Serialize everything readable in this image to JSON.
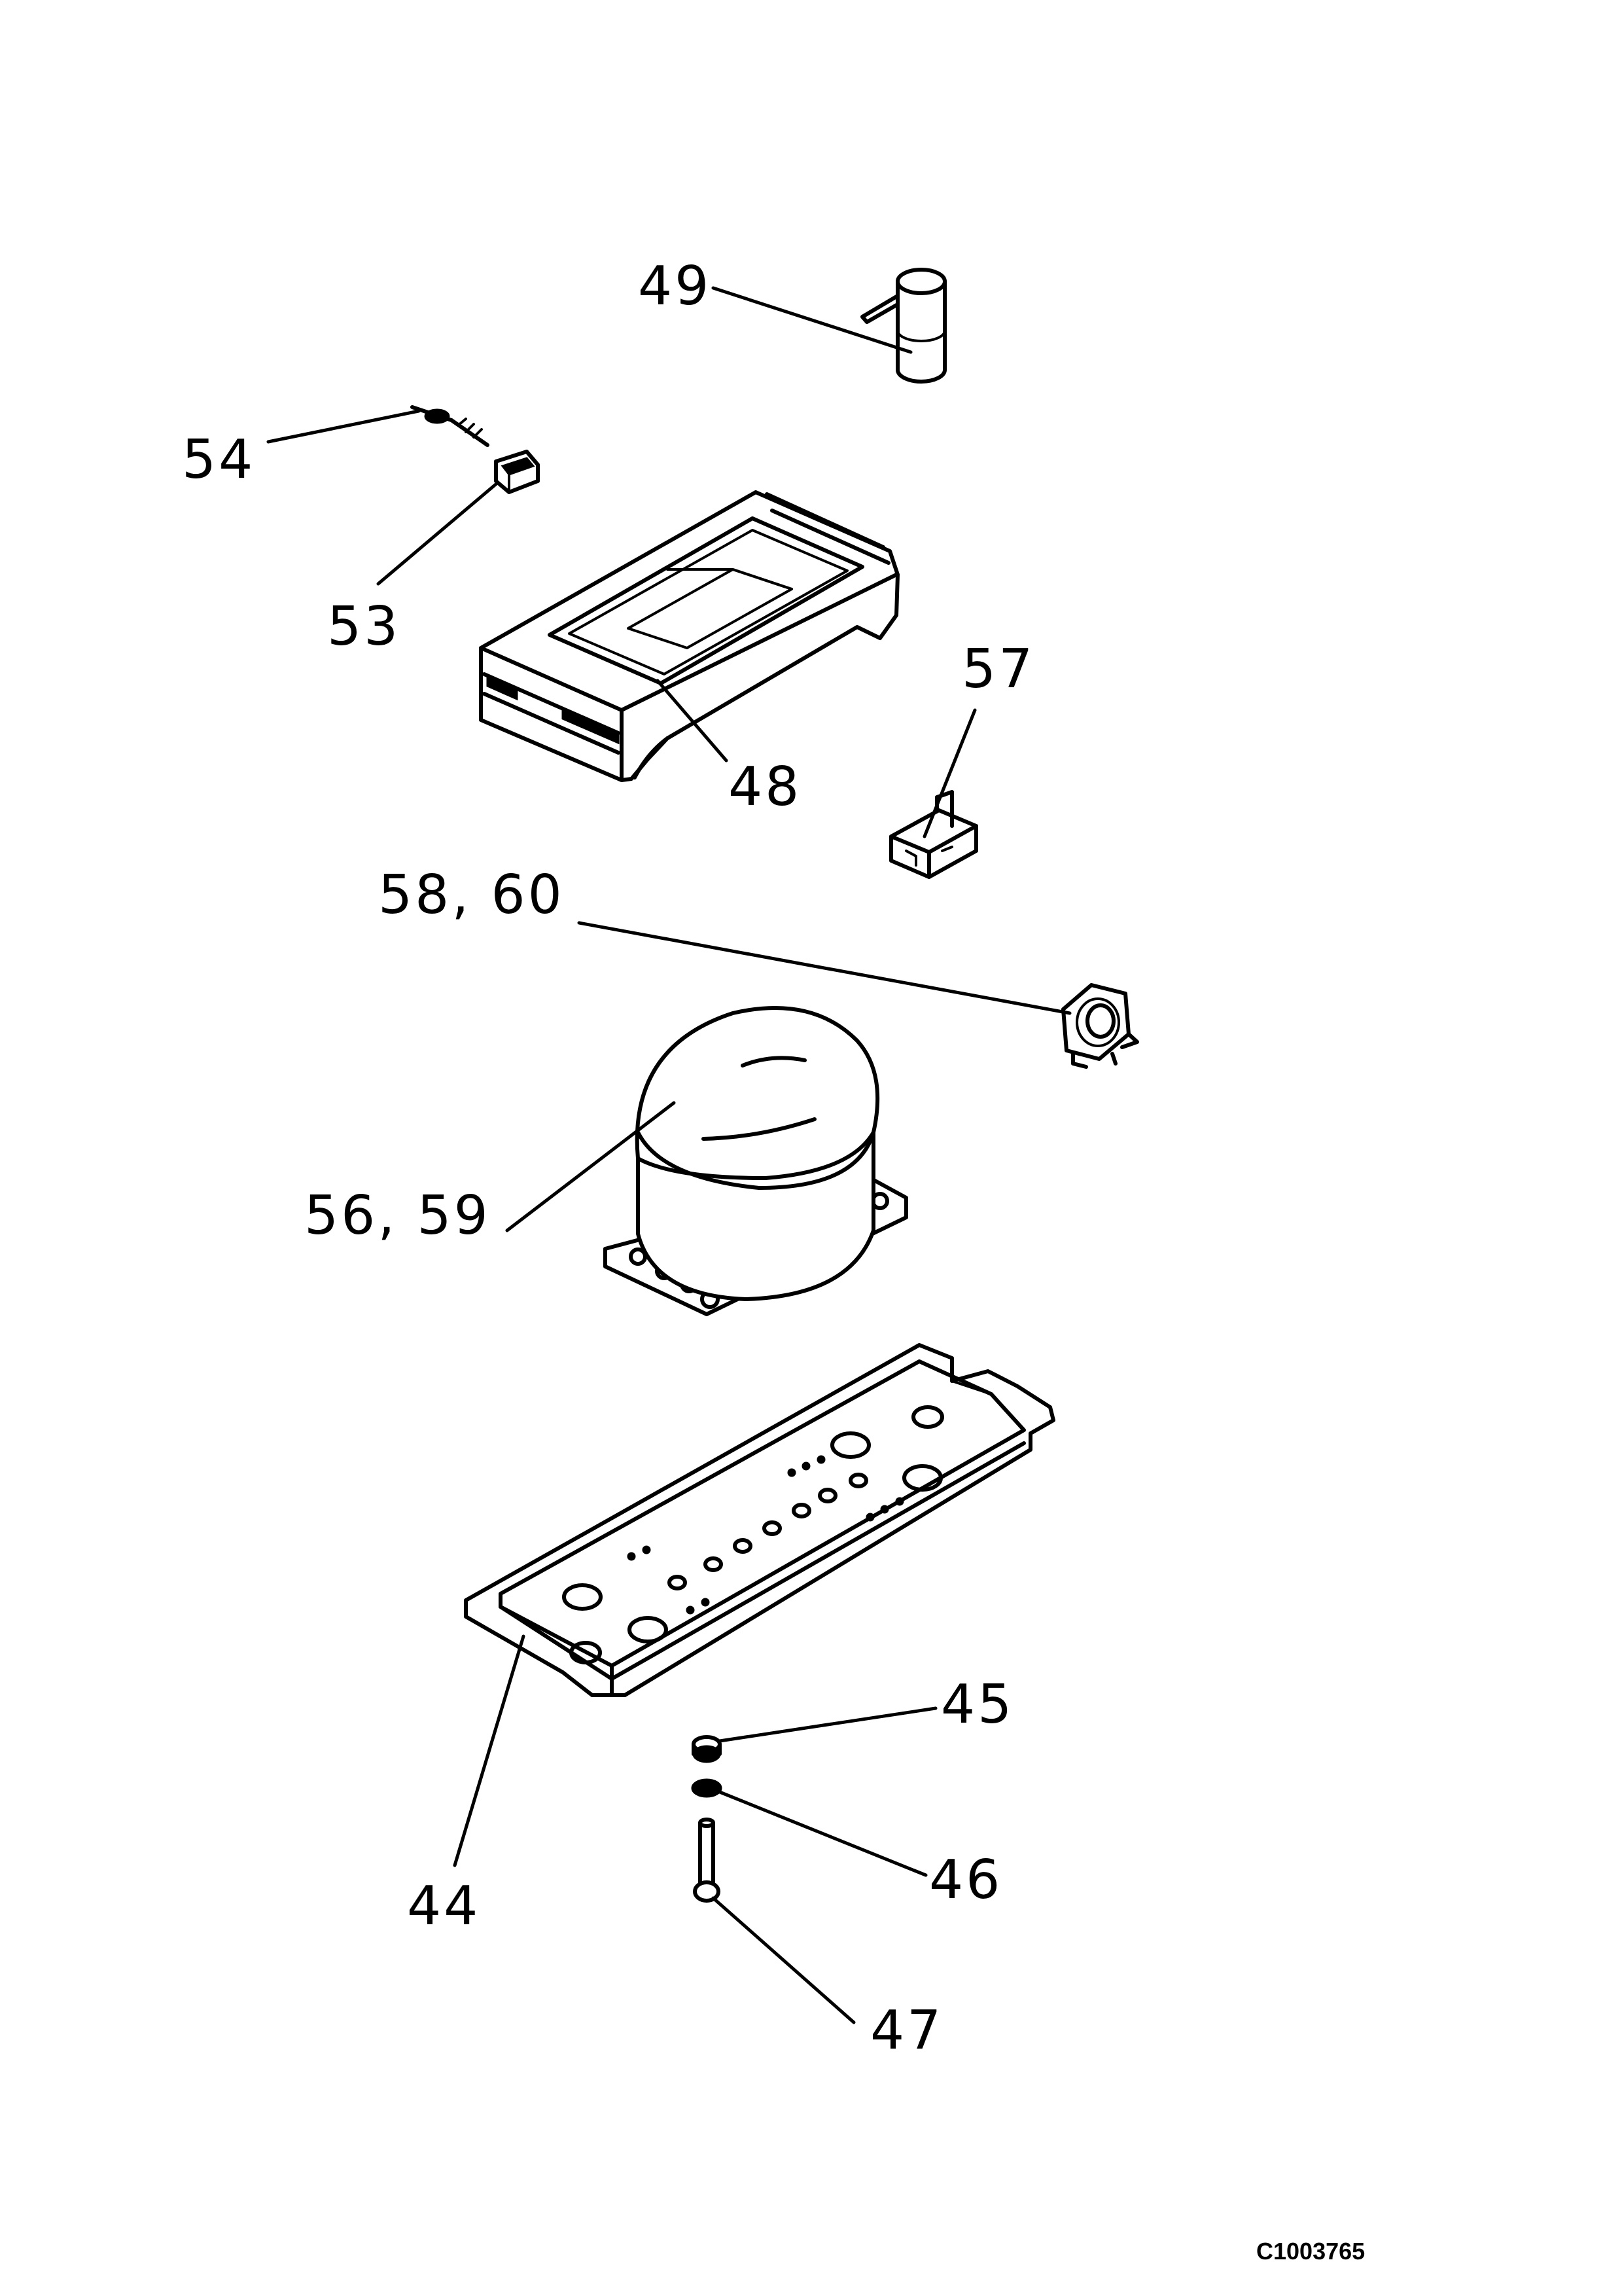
{
  "parts": [
    {
      "id": "p49",
      "label": "49",
      "name": "start-capacitor"
    },
    {
      "id": "p54",
      "label": "54",
      "name": "screw"
    },
    {
      "id": "p53",
      "label": "53",
      "name": "clip"
    },
    {
      "id": "p48",
      "label": "48",
      "name": "evaporation-tray"
    },
    {
      "id": "p57",
      "label": "57",
      "name": "relay"
    },
    {
      "id": "p5860",
      "label": "58, 60",
      "name": "overload-protector"
    },
    {
      "id": "p5659",
      "label": "56, 59",
      "name": "compressor"
    },
    {
      "id": "p44",
      "label": "44",
      "name": "compressor-base-plate"
    },
    {
      "id": "p45",
      "label": "45",
      "name": "rubber-grommet"
    },
    {
      "id": "p46",
      "label": "46",
      "name": "washer"
    },
    {
      "id": "p47",
      "label": "47",
      "name": "bolt"
    }
  ],
  "drawing_code": "C1003765"
}
